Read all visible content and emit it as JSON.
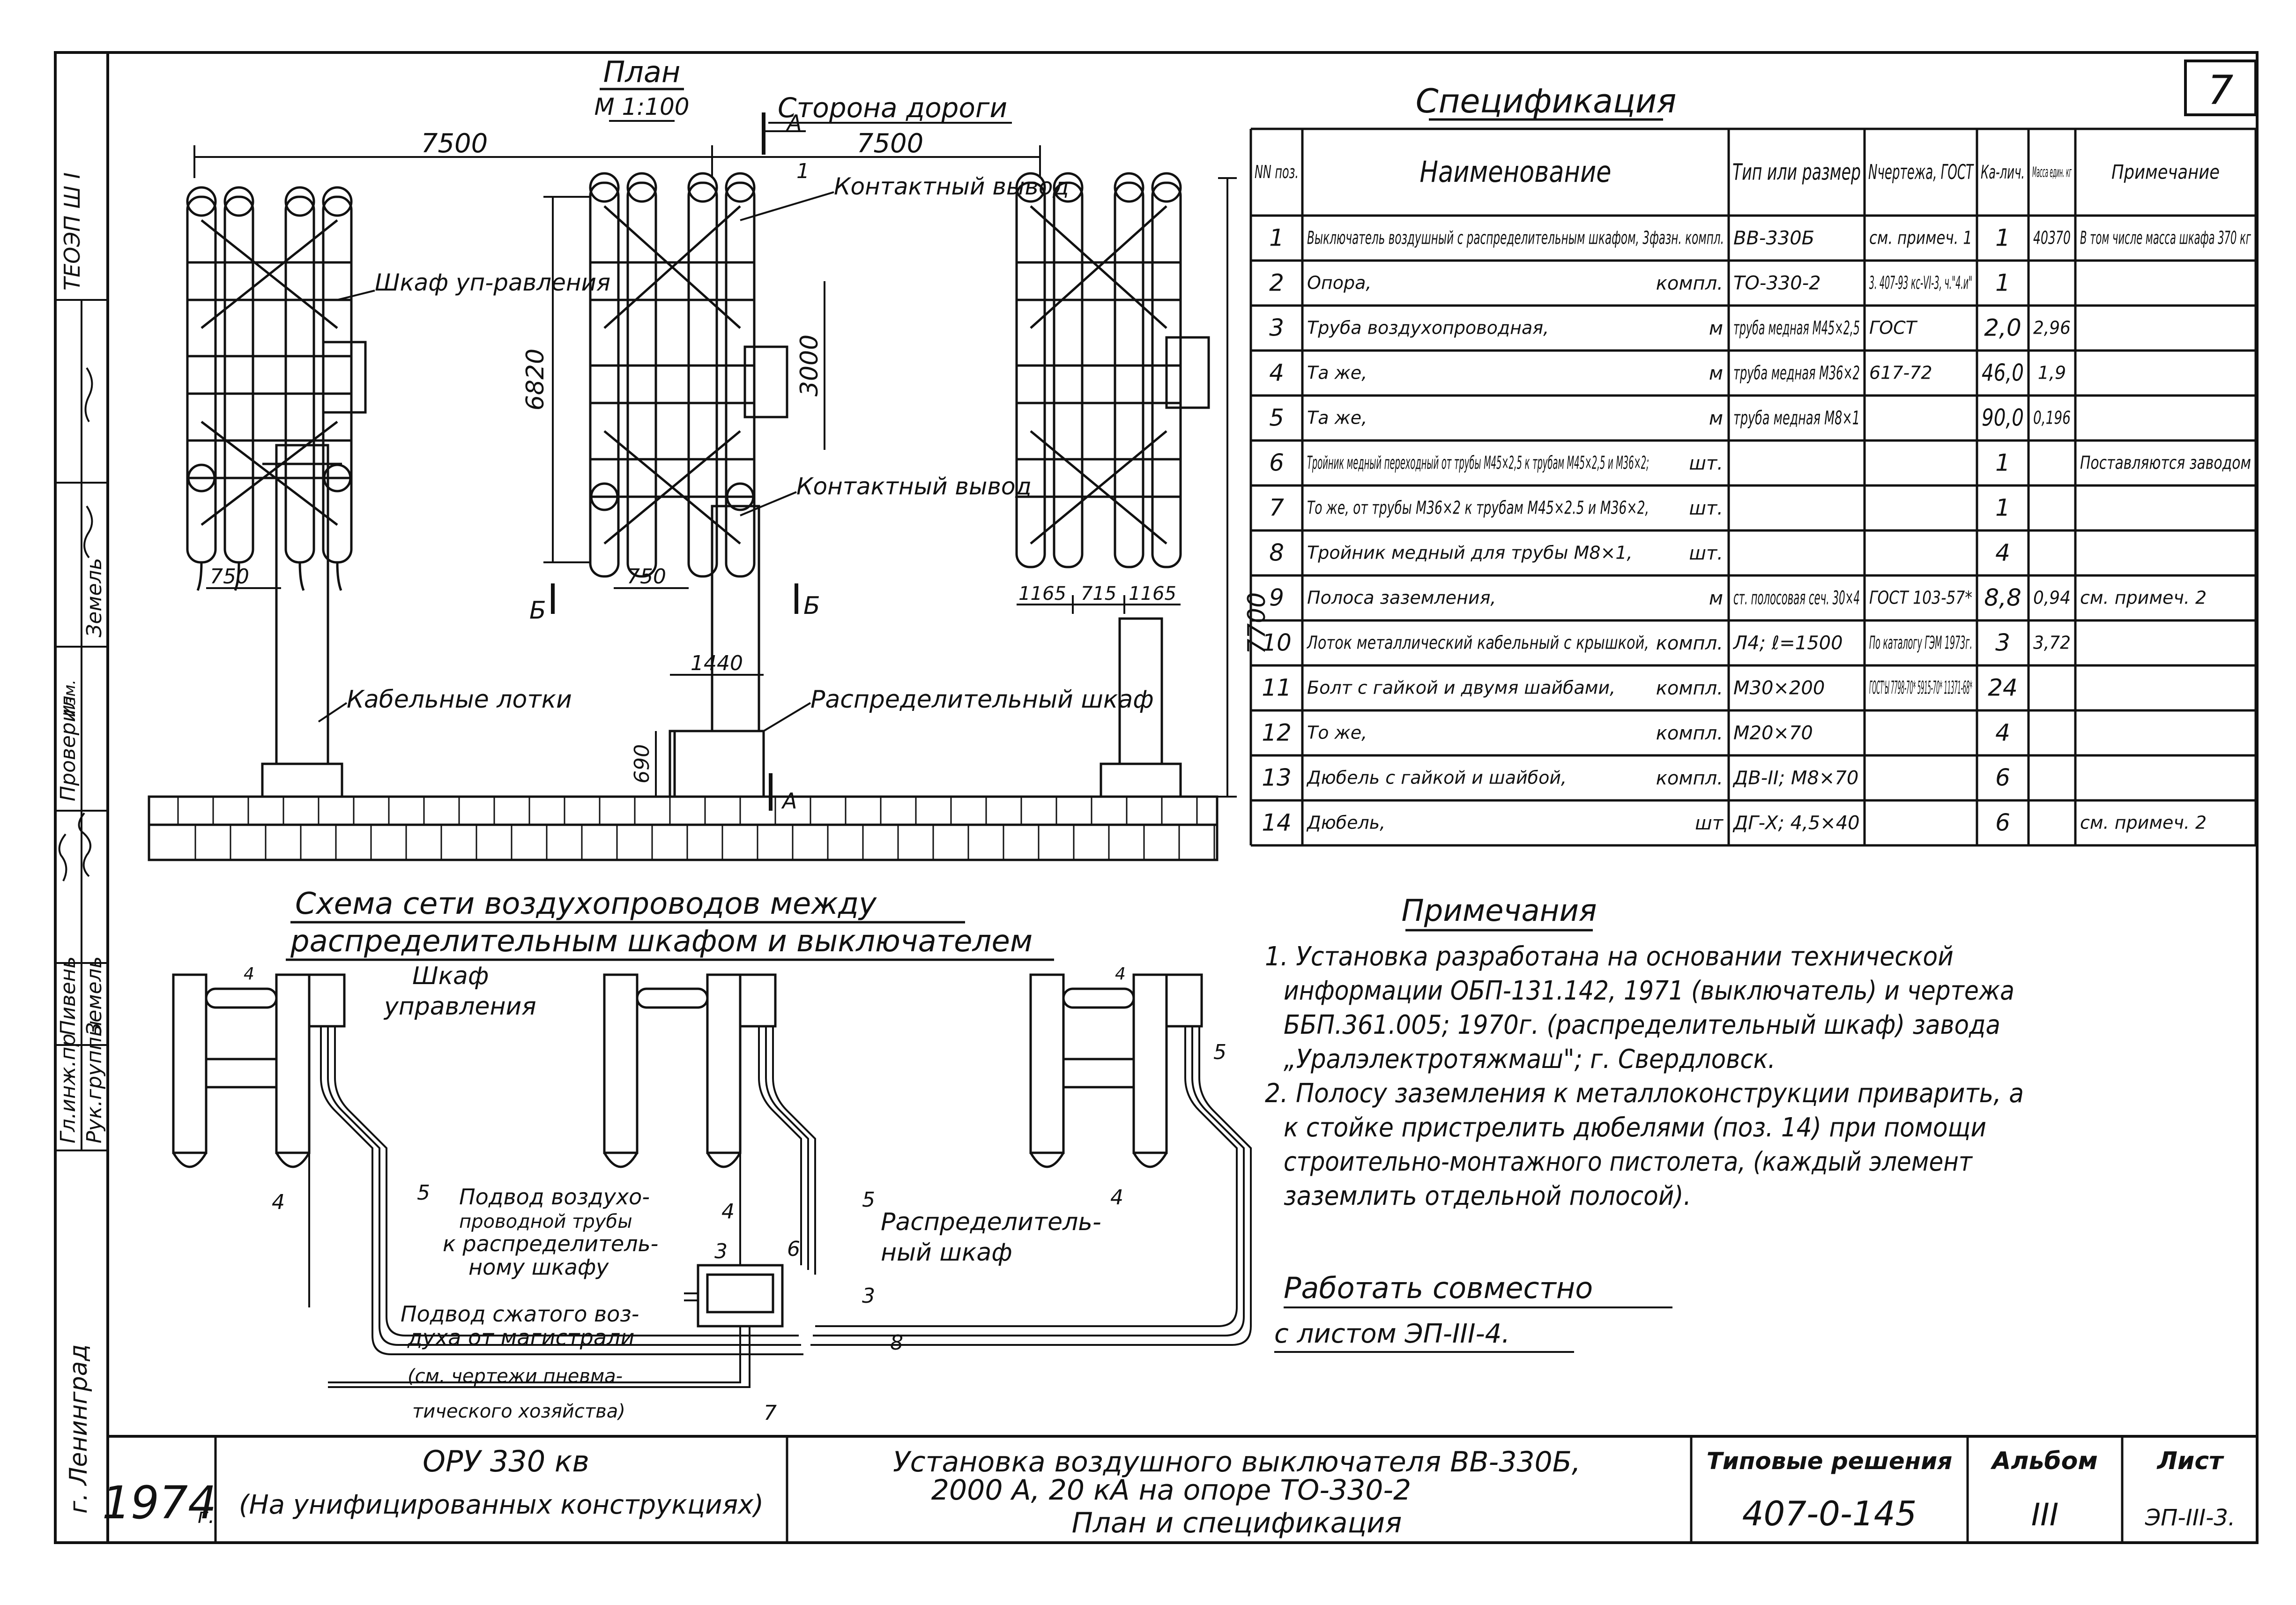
{
  "sheet": {
    "number": "7",
    "year": "1974",
    "year_suffix": "г.",
    "city": "г. Ленинград",
    "left_margin_code": "ТЕОЭП Ш I"
  },
  "plan": {
    "title": "План",
    "scale": "М 1:100",
    "road_side": "Сторона дороги",
    "section_a": "А",
    "section_b": "Б",
    "dim_span_left": "7500",
    "dim_span_right": "7500",
    "dim_height_breaker": "6820",
    "dim_height_cabinet": "3000",
    "dim_total_height": "7700",
    "dim_750_left": "750",
    "dim_750_mid": "750",
    "dim_1165_a": "1165",
    "dim_715": "715",
    "dim_1165_b": "1165",
    "dim_1440": "1440",
    "dim_690": "690",
    "label_control_cabinet": "Шкаф уп-равления",
    "label_contact_terminal_top": "Контактный вывод",
    "label_contact_terminal_bottom": "Контактный вывод",
    "label_cable_trays": "Кабельные лотки",
    "label_distribution_cabinet": "Распределительный шкаф",
    "leader_1": "1"
  },
  "spec": {
    "title": "Спецификация",
    "headers": {
      "pos": "NN поз.",
      "name": "Наименование",
      "type": "Тип или размер",
      "drawing": "Nчертежа, ГОСТ",
      "qty": "Ка-лич.",
      "mass": "Масса един. кг",
      "note": "Примечание"
    },
    "rows": [
      {
        "pos": "1",
        "name": "Выключатель воздушный с распределительным шкафом, 3фазн. компл.",
        "unit": "",
        "type": "ВВ-330Б",
        "drawing": "см. примеч. 1",
        "qty": "1",
        "mass": "40370",
        "note": "В том числе масса шкафа 370 кг"
      },
      {
        "pos": "2",
        "name": "Опора,",
        "unit": "компл.",
        "type": "ТО-330-2",
        "drawing": "3. 407-93 кс-VI-3, ч.\"4.и\"",
        "qty": "1",
        "mass": "",
        "note": ""
      },
      {
        "pos": "3",
        "name": "Труба воздухопроводная,",
        "unit": "м",
        "type": "труба медная М45×2,5",
        "drawing": "ГОСТ",
        "qty": "2,0",
        "mass": "2,96",
        "note": ""
      },
      {
        "pos": "4",
        "name": "Та же,",
        "unit": "м",
        "type": "труба медная М36×2",
        "drawing": "617-72",
        "qty": "46,0",
        "mass": "1,9",
        "note": ""
      },
      {
        "pos": "5",
        "name": "Та же,",
        "unit": "м",
        "type": "труба медная М8×1",
        "drawing": "",
        "qty": "90,0",
        "mass": "0,196",
        "note": ""
      },
      {
        "pos": "6",
        "name": "Тройник медный переходный от трубы М45×2,5 к трубам М45×2,5 и М36×2;",
        "unit": "шт.",
        "type": "",
        "drawing": "",
        "qty": "1",
        "mass": "",
        "note": "Поставляются заводом"
      },
      {
        "pos": "7",
        "name": "То же, от трубы М36×2 к трубам М45×2.5 и М36×2,",
        "unit": "шт.",
        "type": "",
        "drawing": "",
        "qty": "1",
        "mass": "",
        "note": ""
      },
      {
        "pos": "8",
        "name": "Тройник медный для трубы М8×1,",
        "unit": "шт.",
        "type": "",
        "drawing": "",
        "qty": "4",
        "mass": "",
        "note": ""
      },
      {
        "pos": "9",
        "name": "Полоса заземления,",
        "unit": "м",
        "type": "ст. полосовая сеч. 30×4",
        "drawing": "ГОСТ 103-57*",
        "qty": "8,8",
        "mass": "0,94",
        "note": "см. примеч. 2"
      },
      {
        "pos": "10",
        "name": "Лоток металлический кабельный с крышкой,",
        "unit": "компл.",
        "type": "Л4; ℓ=1500",
        "drawing": "По каталогу ГЭМ 1973г.",
        "qty": "3",
        "mass": "3,72",
        "note": ""
      },
      {
        "pos": "11",
        "name": "Болт с гайкой и двумя шайбами,",
        "unit": "компл.",
        "type": "М30×200",
        "drawing": "ГОСТ'Ы 7798-70* 5915-70* 11371-68*",
        "qty": "24",
        "mass": "",
        "note": ""
      },
      {
        "pos": "12",
        "name": "То же,",
        "unit": "компл.",
        "type": "М20×70",
        "drawing": "",
        "qty": "4",
        "mass": "",
        "note": ""
      },
      {
        "pos": "13",
        "name": "Дюбель с гайкой и шайбой,",
        "unit": "компл.",
        "type": "ДВ-II; М8×70",
        "drawing": "",
        "qty": "6",
        "mass": "",
        "note": ""
      },
      {
        "pos": "14",
        "name": "Дюбель,",
        "unit": "шт",
        "type": "ДГ-X; 4,5×40",
        "drawing": "",
        "qty": "6",
        "mass": "",
        "note": "см. примеч. 2"
      }
    ]
  },
  "notes": {
    "title": "Примечания",
    "items": [
      "1. Установка разработана на основании технической",
      "информации ОБП-131.142, 1971 (выключатель) и чертежа",
      "ББП.361.005; 1970г. (распределительный шкаф) завода",
      "„Уралэлектротяжмаш\"; г. Свердловск.",
      "2. Полосу заземления к металлоконструкции приварить, а",
      "к стойке пристрелить дюбелями (поз. 14) при помощи",
      "строительно-монтажного пистолета, (каждый элемент",
      "заземлить отдельной полосой)."
    ],
    "work_together_1": "Работать совместно",
    "work_together_2": "с листом ЭП-III-4."
  },
  "scheme": {
    "title_1": "Схема сети воздухопроводов между",
    "title_2": "распределительным шкафом и выключателем",
    "label_control_cabinet_1": "Шкаф",
    "label_control_cabinet_2": "управления",
    "label_supply_1": "Подвод воздухо-",
    "label_supply_2": "проводной трубы",
    "label_supply_3": "к распределитель-",
    "label_supply_4": "ному шкафу",
    "label_compressed_1": "Подвод сжатого воз-",
    "label_compressed_2": "духа от магистрали",
    "label_compressed_3": "(см. чертежи пневма-",
    "label_compressed_4": "тического хозяйства)",
    "label_distribution_1": "Распределитель-",
    "label_distribution_2": "ный шкаф",
    "n3a": "3",
    "n3b": "3",
    "n4a": "4",
    "n4b": "4",
    "n4c": "4",
    "n4d": "4",
    "n4e": "4",
    "n5a": "5",
    "n5b": "5",
    "n5c": "5",
    "n6": "6",
    "n7": "7",
    "n8": "8"
  },
  "stamp_left": {
    "r1a": "Гл.инж.пр",
    "r1b": "Пивень",
    "r2a": "Рук.группы",
    "r2b": "Земель",
    "r3a": "Проверил",
    "r3b": "Земель",
    "r4": "Изм."
  },
  "title_block": {
    "project_1": "ОРУ 330 кв",
    "project_2": "(На унифицированных конструкциях)",
    "subject_1": "Установка воздушного выключателя ВВ-330Б,",
    "subject_2": "2000 А, 20 кА на опоре ТО-330-2",
    "subject_3": "План и спецификация",
    "typical_label": "Типовые решения",
    "typical_value": "407-0-145",
    "album_label": "Альбом",
    "album_value": "III",
    "sheet_label": "Лист",
    "sheet_value": "ЭП-III-3."
  }
}
